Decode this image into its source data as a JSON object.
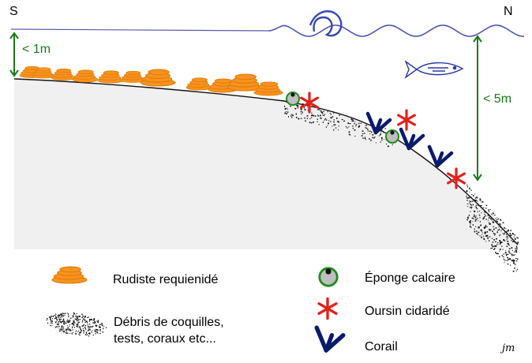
{
  "orientation": {
    "south": "S",
    "north": "N"
  },
  "depths": {
    "shallow": "< 1m",
    "deep": "< 5m"
  },
  "legend": {
    "rudist": "Rudiste requienidé",
    "debris": [
      "Débris de coquilles,",
      "tests, coraux etc..."
    ],
    "sponge": "Éponge calcaire",
    "urchin": "Oursin cidaridé",
    "coral": "Corail"
  },
  "signature": "jm",
  "colors": {
    "rudist": "#f7931e",
    "sponge_ring": "#1f8a1f",
    "sponge_fill": "#bfbfbf",
    "urchin": "#e3201b",
    "coral": "#0a1a6b",
    "water": "#4a53b5",
    "depth_arrow": "#1a7a1a",
    "seabed": "#f0f0f0"
  }
}
